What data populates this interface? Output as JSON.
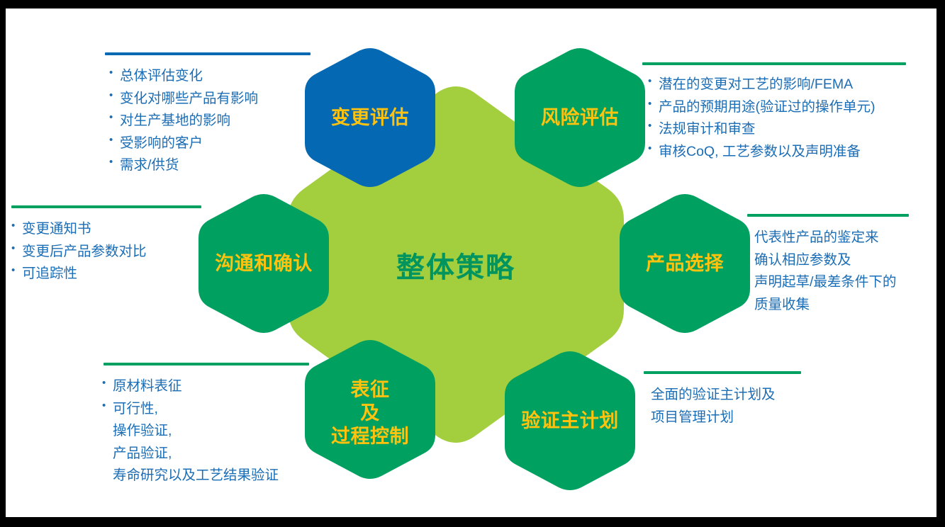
{
  "colors": {
    "blue": "#0568B3",
    "green": "#00A160",
    "light_green": "#A3CE3E",
    "yellow": "#FFC20E",
    "text_blue": "#1B6DB5",
    "center_text_green": "#00955E",
    "background": "#000000",
    "card": "#FFFFFF"
  },
  "center": {
    "label": "整体策略"
  },
  "nodes": [
    {
      "id": "change-assessment",
      "label": "变更评估",
      "color": "#0568B3"
    },
    {
      "id": "risk-assessment",
      "label": "风险评估",
      "color": "#00A160"
    },
    {
      "id": "communication-confirmation",
      "label": "沟通和确认",
      "color": "#00A160"
    },
    {
      "id": "product-selection",
      "label": "产品选择",
      "color": "#00A160"
    },
    {
      "id": "characterization-process-control",
      "label": "表征\n及\n过程控制",
      "color": "#00A160"
    },
    {
      "id": "validation-master-plan",
      "label": "验证主计划",
      "color": "#00A160"
    }
  ],
  "callouts": {
    "change_assessment": {
      "rule_color": "#0568B3",
      "items": [
        {
          "type": "bullet",
          "text": "总体评估变化"
        },
        {
          "type": "bullet",
          "text": "变化对哪些产品有影响"
        },
        {
          "type": "bullet",
          "text": "对生产基地的影响"
        },
        {
          "type": "bullet",
          "text": "受影响的客户"
        },
        {
          "type": "bullet",
          "text": "需求/供货"
        }
      ]
    },
    "risk_assessment": {
      "rule_color": "#00A160",
      "items": [
        {
          "type": "bullet",
          "text": "潜在的变更对工艺的影响/FEMA"
        },
        {
          "type": "bullet",
          "text": "产品的预期用途(验证过的操作单元)"
        },
        {
          "type": "bullet",
          "text": "法规审计和审查"
        },
        {
          "type": "bullet",
          "text": "审核CoQ, 工艺参数以及声明准备"
        }
      ]
    },
    "communication_confirmation": {
      "rule_color": "#00A160",
      "items": [
        {
          "type": "bullet",
          "text": "变更通知书"
        },
        {
          "type": "bullet",
          "text": "变更后产品参数对比"
        },
        {
          "type": "bullet",
          "text": "可追踪性"
        }
      ]
    },
    "product_selection": {
      "rule_color": "#00A160",
      "items": [
        {
          "type": "plain",
          "text": "代表性产品的鉴定来"
        },
        {
          "type": "plain",
          "text": "确认相应参数及"
        },
        {
          "type": "plain",
          "text": "声明起草/最差条件下的"
        },
        {
          "type": "plain",
          "text": "质量收集"
        }
      ]
    },
    "characterization": {
      "rule_color": "#00A160",
      "items": [
        {
          "type": "bullet",
          "text": "原材料表征"
        },
        {
          "type": "bullet",
          "text": "可行性,"
        },
        {
          "type": "sub",
          "text": "操作验证,"
        },
        {
          "type": "sub",
          "text": "产品验证,"
        },
        {
          "type": "sub",
          "text": "寿命研究以及工艺结果验证"
        }
      ]
    },
    "validation_master_plan": {
      "rule_color": "#00A160",
      "items": [
        {
          "type": "plain",
          "text": "全面的验证主计划及"
        },
        {
          "type": "plain",
          "text": "项目管理计划"
        }
      ]
    }
  }
}
